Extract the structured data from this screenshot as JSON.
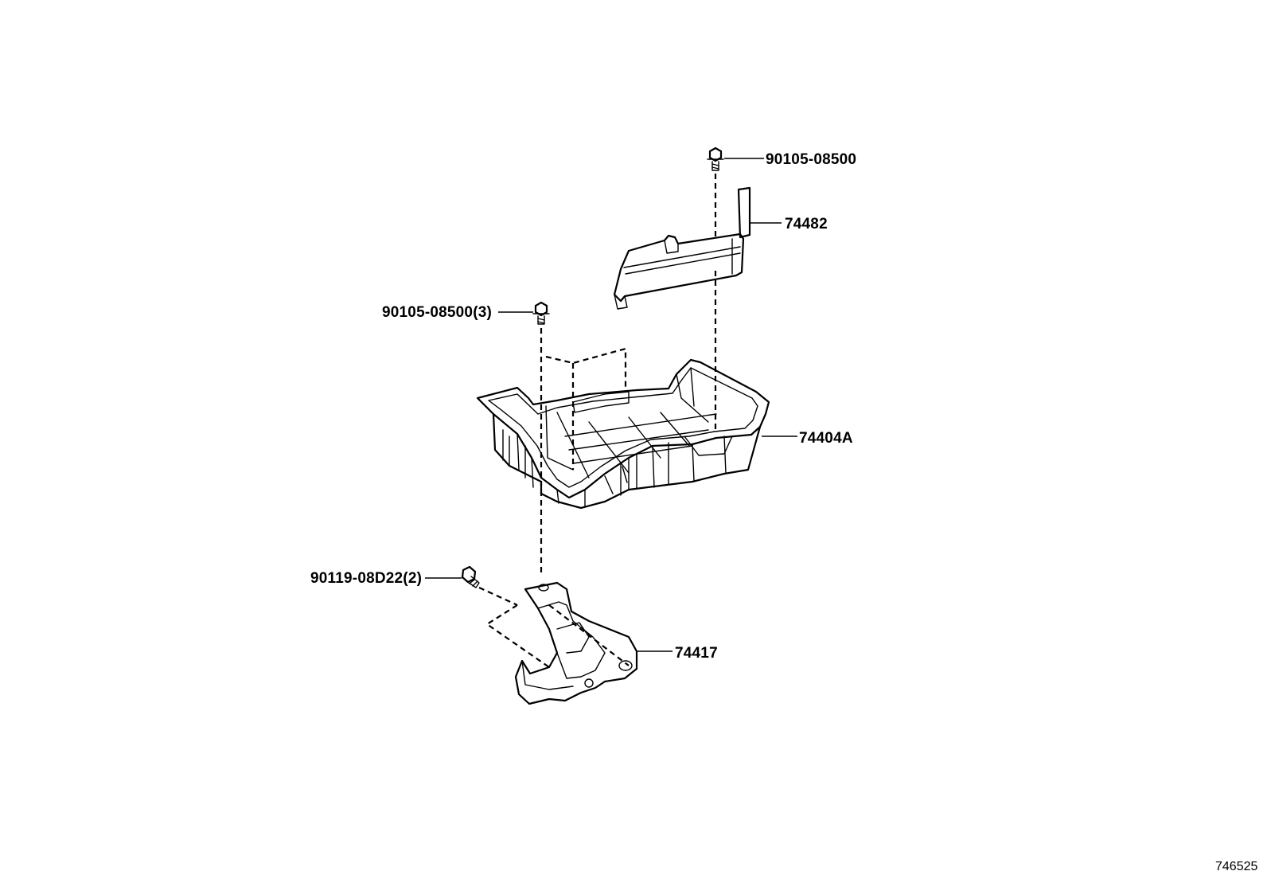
{
  "parts": {
    "bolt_top": "90105-08500",
    "bracket_upper": "74482",
    "bolt_left": "90105-08500(3)",
    "battery_tray": "74404A",
    "bolt_lower": "90119-08D22(2)",
    "bracket_lower": "74417"
  },
  "figure_id": "746525"
}
